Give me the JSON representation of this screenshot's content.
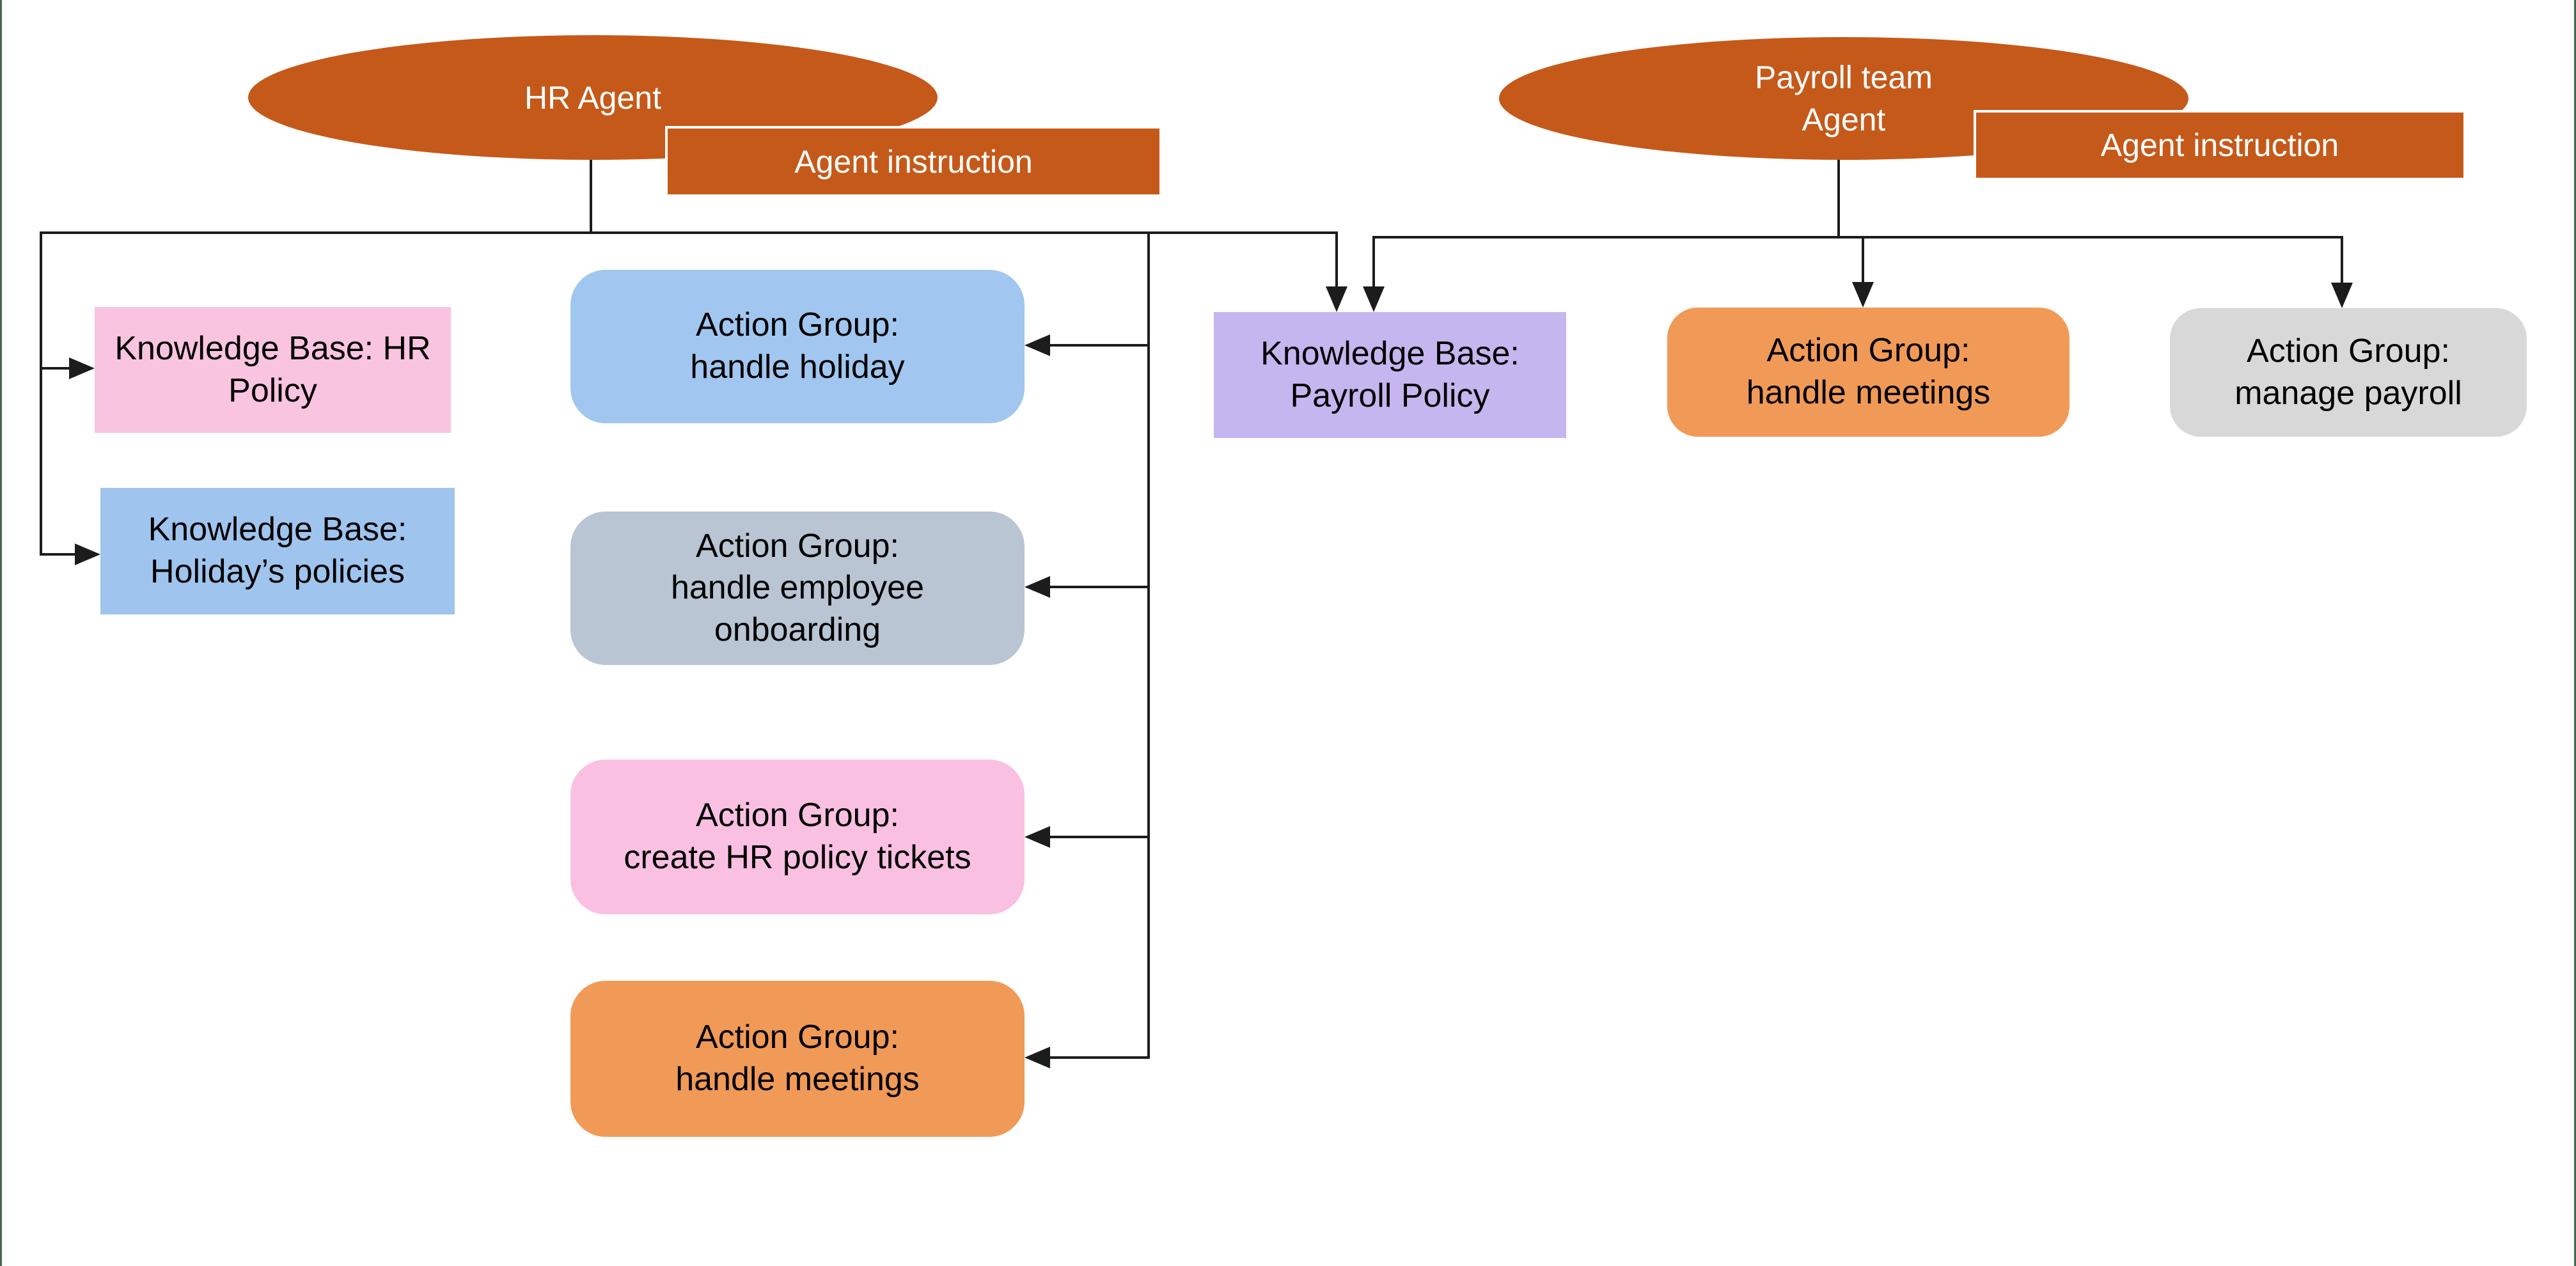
{
  "colors": {
    "agent_orange": "#C5591A",
    "line": "#1c1c1c",
    "frame_green": "#46694b",
    "kb_pink": "#F9C4E0",
    "kb_blue": "#9FC5EE",
    "ag_blue": "#A1C7F0",
    "ag_slate": "#B9C5D3",
    "ag_pink": "#F9C0E2",
    "ag_orange": "#F19A57",
    "kb_purple": "#C6B6EF",
    "ag_gray": "#D8D8D8"
  },
  "agents": {
    "hr": {
      "label": "HR Agent",
      "instruction": "Agent instruction"
    },
    "payroll": {
      "lines": [
        "Payroll team",
        "Agent"
      ],
      "instruction": "Agent instruction"
    }
  },
  "nodes": {
    "kb_hr_policy": {
      "lines": [
        "Knowledge Base: HR",
        "Policy"
      ]
    },
    "kb_holidays": {
      "lines": [
        "Knowledge Base:",
        "Holiday’s policies"
      ]
    },
    "ag_handle_holiday": {
      "lines": [
        "Action Group:",
        "handle holiday"
      ]
    },
    "ag_employee_onboarding": {
      "lines": [
        "Action Group:",
        "handle employee",
        "onboarding"
      ]
    },
    "ag_create_tickets": {
      "lines": [
        "Action Group:",
        "create HR policy tickets"
      ]
    },
    "ag_handle_meetings_left": {
      "lines": [
        "Action Group:",
        "handle meetings"
      ]
    },
    "kb_payroll": {
      "lines": [
        "Knowledge Base:",
        "Payroll Policy"
      ]
    },
    "ag_handle_meetings_right": {
      "lines": [
        "Action Group:",
        "handle meetings"
      ]
    },
    "ag_manage_payroll": {
      "lines": [
        "Action Group:",
        "manage payroll"
      ]
    }
  }
}
